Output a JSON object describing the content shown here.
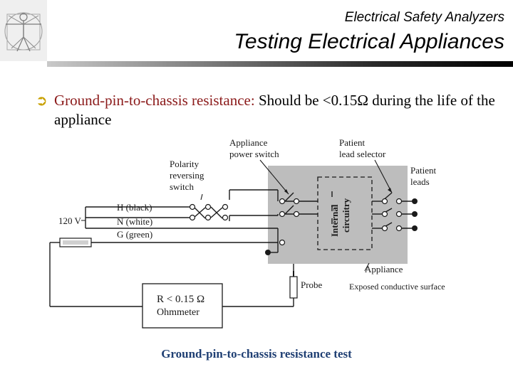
{
  "header": {
    "subtitle": "Electrical Safety Analyzers",
    "title": "Testing Electrical Appliances"
  },
  "bullet": {
    "lead": "Ground-pin-to-chassis resistance:",
    "rest": " Should be <0.15Ω during the life of the appliance"
  },
  "diagram": {
    "appliance_power_switch": [
      "Appliance",
      "power switch"
    ],
    "patient_lead_selector": [
      "Patient",
      "lead selector"
    ],
    "patient_leads": [
      "Patient",
      "leads"
    ],
    "polarity_switch": [
      "Polarity",
      "reversing",
      "switch"
    ],
    "voltage": "120 V",
    "h_label": "H (black)",
    "n_label": "N (white)",
    "g_label": "G (green)",
    "internal_circuitry": [
      "Internal",
      "circuitry"
    ],
    "appliance": "Appliance",
    "probe": "Probe",
    "exposed_surface": "Exposed conductive surface",
    "ohmmeter_value": "R < 0.15 Ω",
    "ohmmeter_label": "Ohmmeter"
  },
  "caption": "Ground-pin-to-chassis resistance test",
  "colors": {
    "bullet_arrow": "#c8a000",
    "lead_text": "#8b1a1a",
    "caption": "#1f3f73",
    "appliance_fill": "#bdbdbd"
  }
}
